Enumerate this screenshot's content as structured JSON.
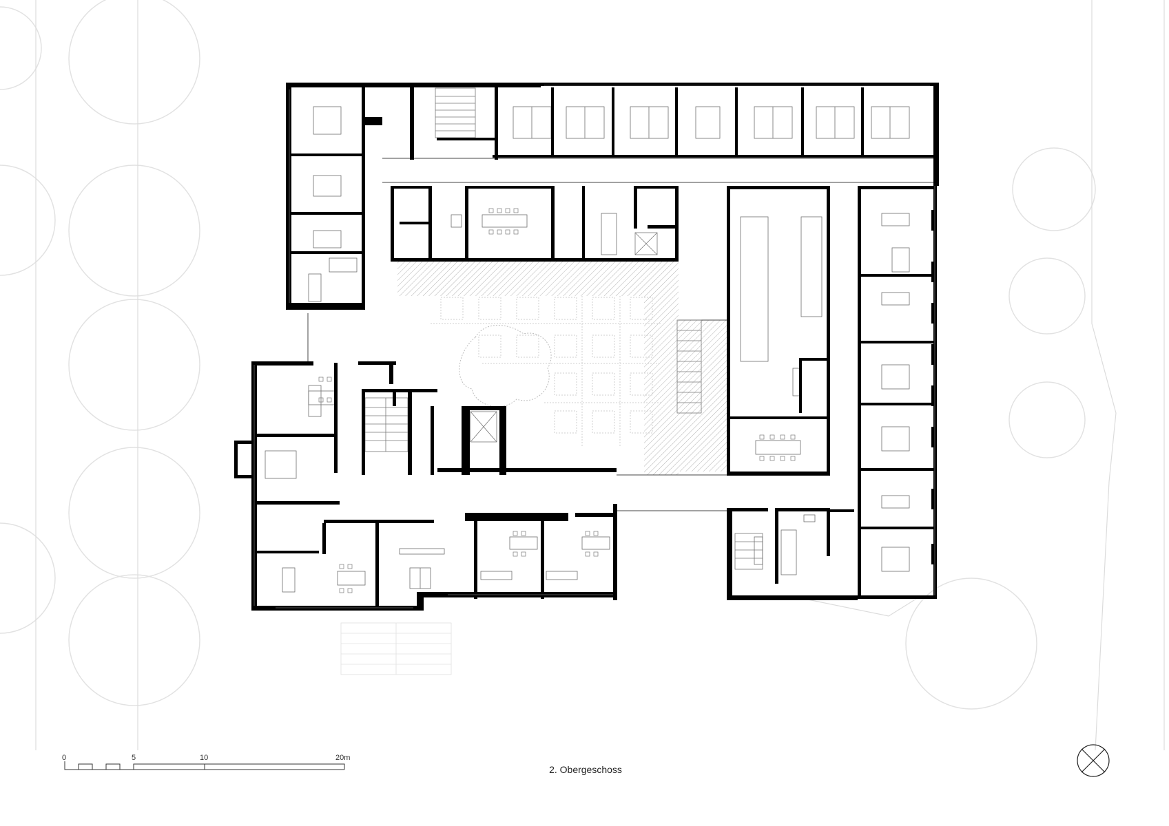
{
  "caption": "2. Obergeschoss",
  "scale_bar": {
    "ticks": [
      "0",
      "5",
      "10",
      "20m"
    ]
  },
  "north_arrow": "north-arrow-icon",
  "colors": {
    "wall": "#000000",
    "line": "#555555",
    "faint": "#d9d9d9",
    "hatch": "#bbbbbb"
  }
}
